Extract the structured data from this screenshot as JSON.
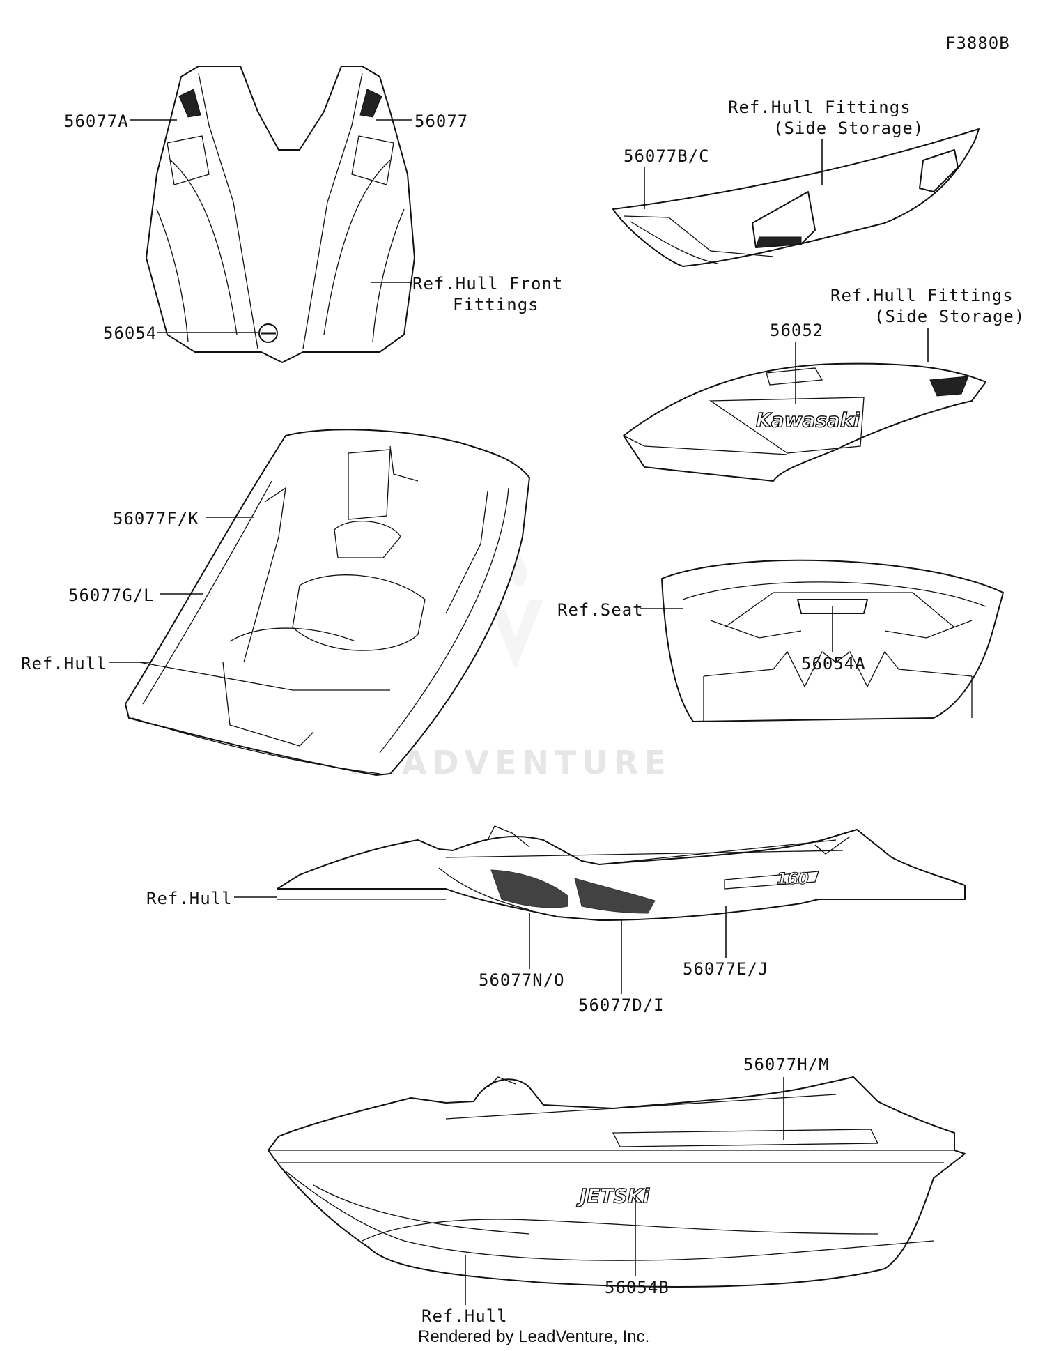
{
  "figure_code": "F3880B",
  "watermark": "LEADVENTURE",
  "footer": "Rendered by LeadVenture, Inc.",
  "callouts": {
    "front_a": "56077A",
    "front": "56077",
    "front_ref_1": "Ref.Hull Front",
    "front_ref_2": "Fittings",
    "front_emblem": "56054",
    "side_bc": "56077B/C",
    "side_ref_1": "Ref.Hull Fittings",
    "side_ref_2": "(Side Storage)",
    "storage_num": "56052",
    "storage_ref_1": "Ref.Hull Fittings",
    "storage_ref_2": "(Side Storage)",
    "storage_logo": "Kawasaki",
    "deck_fk": "56077F/K",
    "deck_gl": "56077G/L",
    "deck_ref": "Ref.Hull",
    "seat_ref": "Ref.Seat",
    "seat_emblem": "56054A",
    "hull_ref": "Ref.Hull",
    "hull_no": "56077N/O",
    "hull_di": "56077D/I",
    "hull_ej": "56077E/J",
    "hull_model": "160",
    "side_hm": "56077H/M",
    "side_jetski": "JETSKi",
    "side_emblem_b": "56054B",
    "side_ref": "Ref.Hull"
  }
}
